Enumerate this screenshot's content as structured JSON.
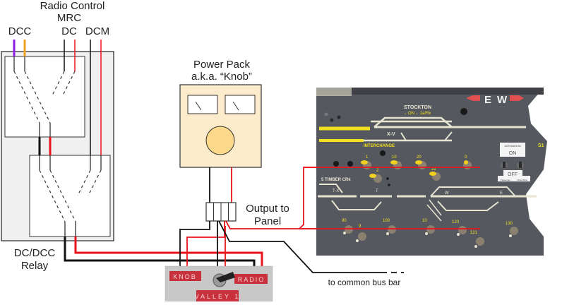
{
  "labels": {
    "radio_control": "Radio Control",
    "mrc": "MRC",
    "dcc": "DCC",
    "dc": "DC",
    "dcm": "DCM",
    "relay_line1": "DC/DCC",
    "relay_line2": "Relay",
    "power_pack_line1": "Power Pack",
    "power_pack_line2": "a.k.a. “Knob”",
    "output_line1": "Output to",
    "output_line2": "Panel",
    "bus_bar": "to common bus bar"
  },
  "selector_switch": {
    "left_label": "KNOB",
    "right_label": "RADIO",
    "bottom_label": "VALLEY 1"
  },
  "panel": {
    "direction_left": "E",
    "direction_right": "W",
    "stockton_label": "STOCKTON",
    "stockton_sub": "←ON→  1a/Rx",
    "xv_label": "X-V",
    "interchange_label": "INTERCHANGE",
    "timber_label": "5 TIMBER CRk",
    "tx_label": "T-X",
    "t_label": "T",
    "w_label": "W",
    "e_label": "E",
    "automation_label": "AUTOMATION",
    "on_label": "ON",
    "off_label": "OFF",
    "passenger_label": "Passenger",
    "branchline_label": "Branchline",
    "s1_label": "S1",
    "toggle_labels_top": [
      "1",
      "10",
      "20",
      "0"
    ],
    "toggle_labels_mid": [
      "2",
      "22"
    ],
    "toggle_labels_bottom": [
      "90",
      "9",
      "100",
      "10",
      "120",
      "121",
      "130"
    ]
  },
  "colors": {
    "wire_red": "#e8141c",
    "wire_black": "#111111",
    "dcc_purple": "#8a1ee0",
    "dcc_orange": "#f0a020",
    "power_pack_fill": "#fdeccb",
    "knob_fill": "#fcd98a",
    "relay_bg": "#f0f0f0",
    "panel_gray": "#55585e",
    "panel_track": "#e8e4d2",
    "panel_yellow": "#f2e020"
  }
}
